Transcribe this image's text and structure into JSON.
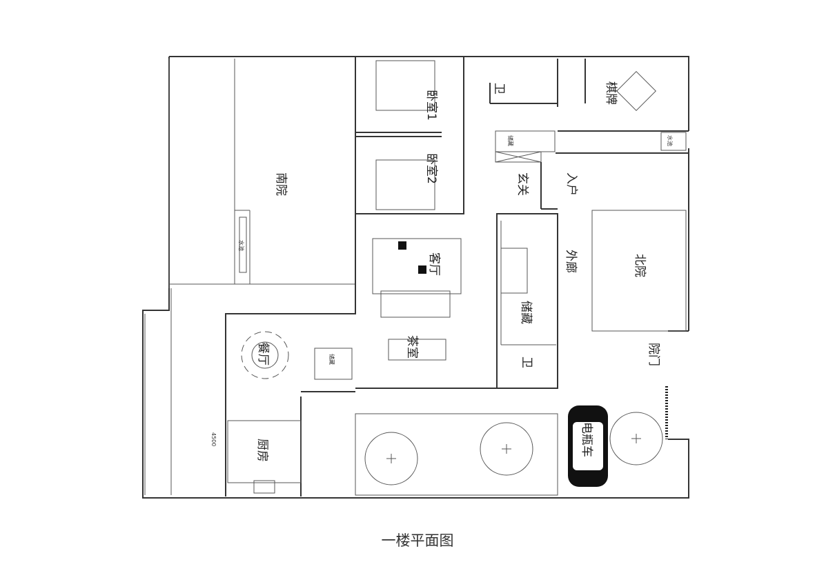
{
  "plan": {
    "title": "一楼平面图",
    "rooms": {
      "south_yard": "南院",
      "pool_south": "水池",
      "bedroom1": "卧室1",
      "bedroom2": "卧室2",
      "toilet_top": "卫",
      "mahjong": "棋牌",
      "storage_top": "储藏",
      "pool_north": "水池",
      "foyer": "玄关",
      "entry": "入户",
      "living": "客厅",
      "corridor": "外廊",
      "north_yard": "北院",
      "storage_mid": "储藏",
      "tea_room": "茶室",
      "toilet_bottom": "卫",
      "yard_gate": "院门",
      "dining": "餐厅",
      "storage_small": "储藏",
      "kitchen": "厨房",
      "ev": "电瓶车"
    },
    "dimension": "4500"
  }
}
